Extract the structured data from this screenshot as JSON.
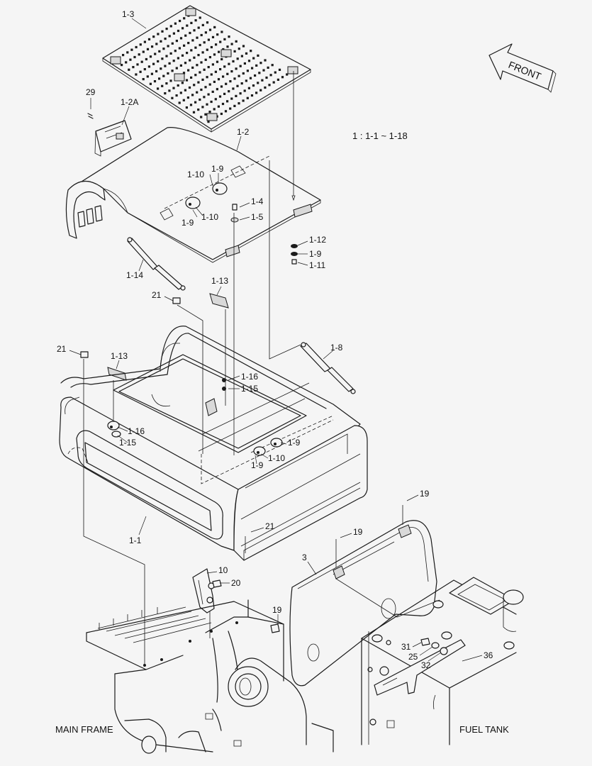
{
  "range_note": "1 : 1-1 ~ 1-18",
  "direction_label": "FRONT",
  "parts": [
    {
      "id": "1-3"
    },
    {
      "id": "29"
    },
    {
      "id": "1-2A"
    },
    {
      "id": "1-2"
    },
    {
      "id": "1-9"
    },
    {
      "id": "1-10"
    },
    {
      "id": "1-4"
    },
    {
      "id": "1-5"
    },
    {
      "id": "1-12"
    },
    {
      "id": "1-11"
    },
    {
      "id": "1-14"
    },
    {
      "id": "1-13"
    },
    {
      "id": "21"
    },
    {
      "id": "1-8"
    },
    {
      "id": "1-16"
    },
    {
      "id": "1-15"
    },
    {
      "id": "1-1"
    },
    {
      "id": "19"
    },
    {
      "id": "3"
    },
    {
      "id": "10"
    },
    {
      "id": "20"
    },
    {
      "id": "31"
    },
    {
      "id": "25"
    },
    {
      "id": "32"
    },
    {
      "id": "36"
    }
  ],
  "callouts": [
    {
      "text": "1-3"
    },
    {
      "text": "29"
    },
    {
      "text": "1-2A"
    },
    {
      "text": "1-2"
    },
    {
      "text": "1-9"
    },
    {
      "text": "1-10"
    },
    {
      "text": "1-9"
    },
    {
      "text": "1-10"
    },
    {
      "text": "1-4"
    },
    {
      "text": "1-5"
    },
    {
      "text": "1-12"
    },
    {
      "text": "1-9"
    },
    {
      "text": "1-11"
    },
    {
      "text": "1-14"
    },
    {
      "text": "1-13"
    },
    {
      "text": "21"
    },
    {
      "text": "21"
    },
    {
      "text": "1-13"
    },
    {
      "text": "1-8"
    },
    {
      "text": "1-16"
    },
    {
      "text": "1-15"
    },
    {
      "text": "1-16"
    },
    {
      "text": "1-15"
    },
    {
      "text": "1-9"
    },
    {
      "text": "1-10"
    },
    {
      "text": "1-9"
    },
    {
      "text": "1-1"
    },
    {
      "text": "21"
    },
    {
      "text": "19"
    },
    {
      "text": "19"
    },
    {
      "text": "3"
    },
    {
      "text": "10"
    },
    {
      "text": "20"
    },
    {
      "text": "19"
    },
    {
      "text": "31"
    },
    {
      "text": "25"
    },
    {
      "text": "32"
    },
    {
      "text": "36"
    }
  ],
  "area_labels": {
    "main_frame": "MAIN FRAME",
    "fuel_tank": "FUEL TANK"
  }
}
